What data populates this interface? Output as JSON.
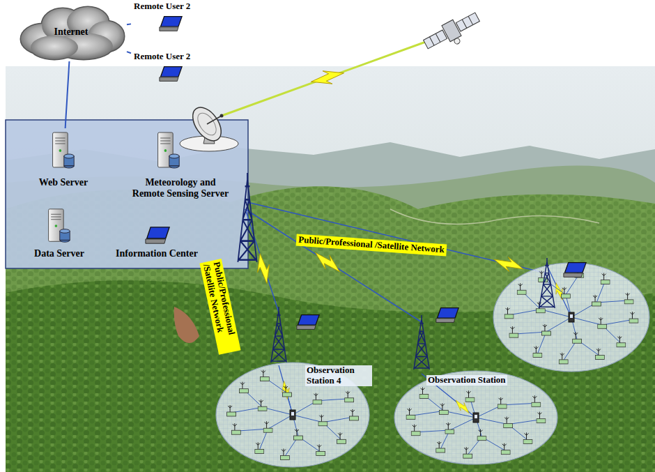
{
  "diagram": {
    "nodes": [
      {
        "text": [
          "Internet"
        ]
      },
      {
        "text": [
          "Remote User 2"
        ]
      },
      {
        "text": [
          "Remote User 2"
        ]
      },
      {
        "text": [
          "Web Server"
        ]
      },
      {
        "text": [
          "Meteorology and Remote Sensing Server"
        ]
      },
      {
        "text": [
          "Data Server"
        ]
      },
      {
        "text": [
          "Information Center"
        ]
      },
      {
        "text": [
          "Observation Station 4"
        ]
      },
      {
        "text": [
          "Observation Station"
        ]
      }
    ],
    "edges": [
      {
        "from": 0,
        "to": 1,
        "arrow": "none"
      },
      {
        "from": 0,
        "to": 2,
        "arrow": "none"
      },
      {
        "from": 0,
        "to": 3,
        "arrow": "none"
      }
    ],
    "labels": [
      "Public/Professional /Satellite Network",
      "Public/Professional /Satellite Network"
    ]
  }
}
